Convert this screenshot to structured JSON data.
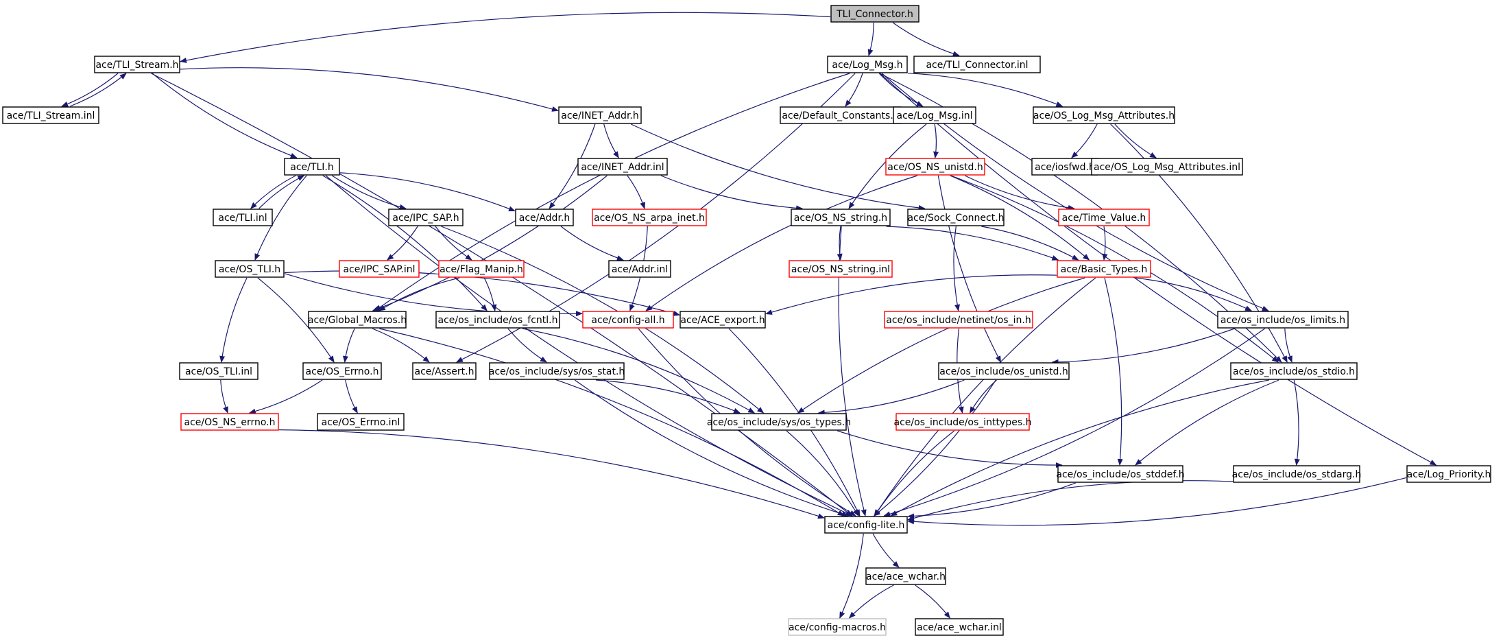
{
  "graph": {
    "colors": {
      "edge": "#191970",
      "node_border_normal": "#000000",
      "node_border_truncated": "#ff0000",
      "node_border_external": "#bfbfbf",
      "root_fill": "#bfbfbf",
      "node_fill": "#ffffff"
    },
    "nodes": [
      {
        "id": "tli_connector_h",
        "label": "TLI_Connector.h",
        "kind": "root"
      },
      {
        "id": "tli_stream_h",
        "label": "ace/TLI_Stream.h",
        "kind": "normal"
      },
      {
        "id": "log_msg_h",
        "label": "ace/Log_Msg.h",
        "kind": "normal"
      },
      {
        "id": "tli_connector_inl",
        "label": "ace/TLI_Connector.inl",
        "kind": "normal"
      },
      {
        "id": "tli_stream_inl",
        "label": "ace/TLI_Stream.inl",
        "kind": "normal"
      },
      {
        "id": "inet_addr_h",
        "label": "ace/INET_Addr.h",
        "kind": "normal"
      },
      {
        "id": "default_constants_h",
        "label": "ace/Default_Constants.h",
        "kind": "normal"
      },
      {
        "id": "log_msg_inl",
        "label": "ace/Log_Msg.inl",
        "kind": "normal"
      },
      {
        "id": "os_log_msg_attributes_h",
        "label": "ace/OS_Log_Msg_Attributes.h",
        "kind": "normal"
      },
      {
        "id": "tli_h",
        "label": "ace/TLI.h",
        "kind": "normal"
      },
      {
        "id": "inet_addr_inl",
        "label": "ace/INET_Addr.inl",
        "kind": "normal"
      },
      {
        "id": "os_ns_unistd_h",
        "label": "ace/OS_NS_unistd.h",
        "kind": "truncated"
      },
      {
        "id": "iosfwd_h",
        "label": "ace/iosfwd.h",
        "kind": "normal"
      },
      {
        "id": "os_log_msg_attributes_inl",
        "label": "ace/OS_Log_Msg_Attributes.inl",
        "kind": "normal"
      },
      {
        "id": "tli_inl",
        "label": "ace/TLI.inl",
        "kind": "normal"
      },
      {
        "id": "ipc_sap_h",
        "label": "ace/IPC_SAP.h",
        "kind": "normal"
      },
      {
        "id": "addr_h",
        "label": "ace/Addr.h",
        "kind": "normal"
      },
      {
        "id": "os_ns_arpa_inet_h",
        "label": "ace/OS_NS_arpa_inet.h",
        "kind": "truncated"
      },
      {
        "id": "os_ns_string_h",
        "label": "ace/OS_NS_string.h",
        "kind": "normal"
      },
      {
        "id": "sock_connect_h",
        "label": "ace/Sock_Connect.h",
        "kind": "normal"
      },
      {
        "id": "time_value_h",
        "label": "ace/Time_Value.h",
        "kind": "truncated"
      },
      {
        "id": "os_tli_h",
        "label": "ace/OS_TLI.h",
        "kind": "normal"
      },
      {
        "id": "ipc_sap_inl",
        "label": "ace/IPC_SAP.inl",
        "kind": "truncated"
      },
      {
        "id": "flag_manip_h",
        "label": "ace/Flag_Manip.h",
        "kind": "truncated"
      },
      {
        "id": "addr_inl",
        "label": "ace/Addr.inl",
        "kind": "normal"
      },
      {
        "id": "os_ns_string_inl",
        "label": "ace/OS_NS_string.inl",
        "kind": "truncated"
      },
      {
        "id": "basic_types_h",
        "label": "ace/Basic_Types.h",
        "kind": "truncated"
      },
      {
        "id": "global_macros_h",
        "label": "ace/Global_Macros.h",
        "kind": "normal"
      },
      {
        "id": "os_fcntl_h",
        "label": "ace/os_include/os_fcntl.h",
        "kind": "normal"
      },
      {
        "id": "config_all_h",
        "label": "ace/config-all.h",
        "kind": "truncated"
      },
      {
        "id": "ace_export_h",
        "label": "ace/ACE_export.h",
        "kind": "normal"
      },
      {
        "id": "netinet_os_in_h",
        "label": "ace/os_include/netinet/os_in.h",
        "kind": "truncated"
      },
      {
        "id": "os_limits_h",
        "label": "ace/os_include/os_limits.h",
        "kind": "normal"
      },
      {
        "id": "os_tli_inl",
        "label": "ace/OS_TLI.inl",
        "kind": "normal"
      },
      {
        "id": "os_errno_h",
        "label": "ace/OS_Errno.h",
        "kind": "normal"
      },
      {
        "id": "assert_h",
        "label": "ace/Assert.h",
        "kind": "normal"
      },
      {
        "id": "sys_os_stat_h",
        "label": "ace/os_include/sys/os_stat.h",
        "kind": "normal"
      },
      {
        "id": "os_unistd_h",
        "label": "ace/os_include/os_unistd.h",
        "kind": "normal"
      },
      {
        "id": "os_stdio_h",
        "label": "ace/os_include/os_stdio.h",
        "kind": "normal"
      },
      {
        "id": "os_ns_errno_h",
        "label": "ace/OS_NS_errno.h",
        "kind": "truncated"
      },
      {
        "id": "os_errno_inl",
        "label": "ace/OS_Errno.inl",
        "kind": "normal"
      },
      {
        "id": "sys_os_types_h",
        "label": "ace/os_include/sys/os_types.h",
        "kind": "normal"
      },
      {
        "id": "os_inttypes_h",
        "label": "ace/os_include/os_inttypes.h",
        "kind": "truncated"
      },
      {
        "id": "os_stddef_h",
        "label": "ace/os_include/os_stddef.h",
        "kind": "normal"
      },
      {
        "id": "os_stdarg_h",
        "label": "ace/os_include/os_stdarg.h",
        "kind": "normal"
      },
      {
        "id": "log_priority_h",
        "label": "ace/Log_Priority.h",
        "kind": "normal"
      },
      {
        "id": "config_lite_h",
        "label": "ace/config-lite.h",
        "kind": "normal"
      },
      {
        "id": "ace_wchar_h",
        "label": "ace/ace_wchar.h",
        "kind": "normal"
      },
      {
        "id": "config_macros_h",
        "label": "ace/config-macros.h",
        "kind": "external"
      },
      {
        "id": "ace_wchar_inl",
        "label": "ace/ace_wchar.inl",
        "kind": "normal"
      }
    ],
    "edges": [
      [
        "tli_connector_h",
        "tli_stream_h"
      ],
      [
        "tli_connector_h",
        "log_msg_h"
      ],
      [
        "tli_connector_h",
        "tli_connector_inl"
      ],
      [
        "tli_stream_h",
        "tli_stream_inl"
      ],
      [
        "tli_stream_inl",
        "tli_stream_h"
      ],
      [
        "tli_stream_h",
        "inet_addr_h"
      ],
      [
        "tli_stream_h",
        "tli_h"
      ],
      [
        "tli_stream_h",
        "config_lite_h"
      ],
      [
        "log_msg_h",
        "global_macros_h"
      ],
      [
        "log_msg_h",
        "default_constants_h"
      ],
      [
        "log_msg_h",
        "log_msg_inl"
      ],
      [
        "log_msg_h",
        "os_log_msg_attributes_h"
      ],
      [
        "log_msg_h",
        "log_priority_h"
      ],
      [
        "log_msg_h",
        "assert_h"
      ],
      [
        "log_msg_h",
        "os_limits_h"
      ],
      [
        "log_msg_h",
        "os_stdio_h"
      ],
      [
        "inet_addr_h",
        "inet_addr_inl"
      ],
      [
        "inet_addr_h",
        "addr_h"
      ],
      [
        "inet_addr_h",
        "sock_connect_h"
      ],
      [
        "log_msg_inl",
        "os_ns_unistd_h"
      ],
      [
        "log_msg_inl",
        "os_ns_string_h"
      ],
      [
        "os_log_msg_attributes_h",
        "iosfwd_h"
      ],
      [
        "os_log_msg_attributes_h",
        "os_log_msg_attributes_inl"
      ],
      [
        "os_log_msg_attributes_h",
        "os_stdio_h"
      ],
      [
        "tli_h",
        "tli_inl"
      ],
      [
        "tli_inl",
        "tli_h"
      ],
      [
        "tli_h",
        "ipc_sap_h"
      ],
      [
        "tli_h",
        "addr_h"
      ],
      [
        "tli_h",
        "os_tli_h"
      ],
      [
        "tli_h",
        "os_fcntl_h"
      ],
      [
        "tli_h",
        "config_lite_h"
      ],
      [
        "inet_addr_inl",
        "os_ns_arpa_inet_h"
      ],
      [
        "inet_addr_inl",
        "os_ns_string_h"
      ],
      [
        "inet_addr_inl",
        "global_macros_h"
      ],
      [
        "os_ns_unistd_h",
        "time_value_h"
      ],
      [
        "os_ns_unistd_h",
        "basic_types_h"
      ],
      [
        "os_ns_unistd_h",
        "os_unistd_h"
      ],
      [
        "os_ns_unistd_h",
        "os_stdio_h"
      ],
      [
        "os_ns_unistd_h",
        "config_all_h"
      ],
      [
        "ipc_sap_h",
        "ipc_sap_inl"
      ],
      [
        "ipc_sap_h",
        "flag_manip_h"
      ],
      [
        "ipc_sap_h",
        "sys_os_types_h"
      ],
      [
        "addr_h",
        "addr_inl"
      ],
      [
        "os_ns_arpa_inet_h",
        "config_all_h"
      ],
      [
        "os_ns_string_h",
        "os_ns_string_inl"
      ],
      [
        "os_ns_string_h",
        "basic_types_h"
      ],
      [
        "os_ns_string_h",
        "config_lite_h"
      ],
      [
        "sock_connect_h",
        "basic_types_h"
      ],
      [
        "sock_connect_h",
        "netinet_os_in_h"
      ],
      [
        "time_value_h",
        "basic_types_h"
      ],
      [
        "os_tli_h",
        "os_tli_inl"
      ],
      [
        "os_tli_h",
        "os_errno_h"
      ],
      [
        "os_tli_h",
        "config_all_h"
      ],
      [
        "os_tli_h",
        "ace_export_h"
      ],
      [
        "flag_manip_h",
        "global_macros_h"
      ],
      [
        "flag_manip_h",
        "os_fcntl_h"
      ],
      [
        "basic_types_h",
        "ace_export_h"
      ],
      [
        "basic_types_h",
        "os_limits_h"
      ],
      [
        "basic_types_h",
        "sys_os_types_h"
      ],
      [
        "basic_types_h",
        "os_stddef_h"
      ],
      [
        "basic_types_h",
        "config_lite_h"
      ],
      [
        "global_macros_h",
        "assert_h"
      ],
      [
        "global_macros_h",
        "os_errno_h"
      ],
      [
        "global_macros_h",
        "config_lite_h"
      ],
      [
        "os_fcntl_h",
        "sys_os_stat_h"
      ],
      [
        "os_fcntl_h",
        "sys_os_types_h"
      ],
      [
        "config_all_h",
        "config_lite_h"
      ],
      [
        "ace_export_h",
        "config_lite_h"
      ],
      [
        "netinet_os_in_h",
        "os_inttypes_h"
      ],
      [
        "os_limits_h",
        "os_unistd_h"
      ],
      [
        "os_limits_h",
        "os_stdio_h"
      ],
      [
        "os_limits_h",
        "config_lite_h"
      ],
      [
        "os_tli_inl",
        "os_ns_errno_h"
      ],
      [
        "os_errno_h",
        "os_ns_errno_h"
      ],
      [
        "os_errno_h",
        "os_errno_inl"
      ],
      [
        "sys_os_stat_h",
        "sys_os_types_h"
      ],
      [
        "sys_os_stat_h",
        "config_lite_h"
      ],
      [
        "os_unistd_h",
        "sys_os_types_h"
      ],
      [
        "os_unistd_h",
        "os_inttypes_h"
      ],
      [
        "os_unistd_h",
        "config_lite_h"
      ],
      [
        "os_stdio_h",
        "os_stddef_h"
      ],
      [
        "os_stdio_h",
        "os_stdarg_h"
      ],
      [
        "os_stdio_h",
        "config_lite_h"
      ],
      [
        "os_ns_errno_h",
        "config_lite_h"
      ],
      [
        "sys_os_types_h",
        "os_stddef_h"
      ],
      [
        "sys_os_types_h",
        "config_lite_h"
      ],
      [
        "os_inttypes_h",
        "config_lite_h"
      ],
      [
        "os_stddef_h",
        "config_lite_h"
      ],
      [
        "os_stdarg_h",
        "config_lite_h"
      ],
      [
        "log_priority_h",
        "config_lite_h"
      ],
      [
        "config_lite_h",
        "ace_wchar_h"
      ],
      [
        "config_lite_h",
        "config_macros_h"
      ],
      [
        "ace_wchar_h",
        "config_macros_h"
      ],
      [
        "ace_wchar_h",
        "ace_wchar_inl"
      ]
    ]
  }
}
